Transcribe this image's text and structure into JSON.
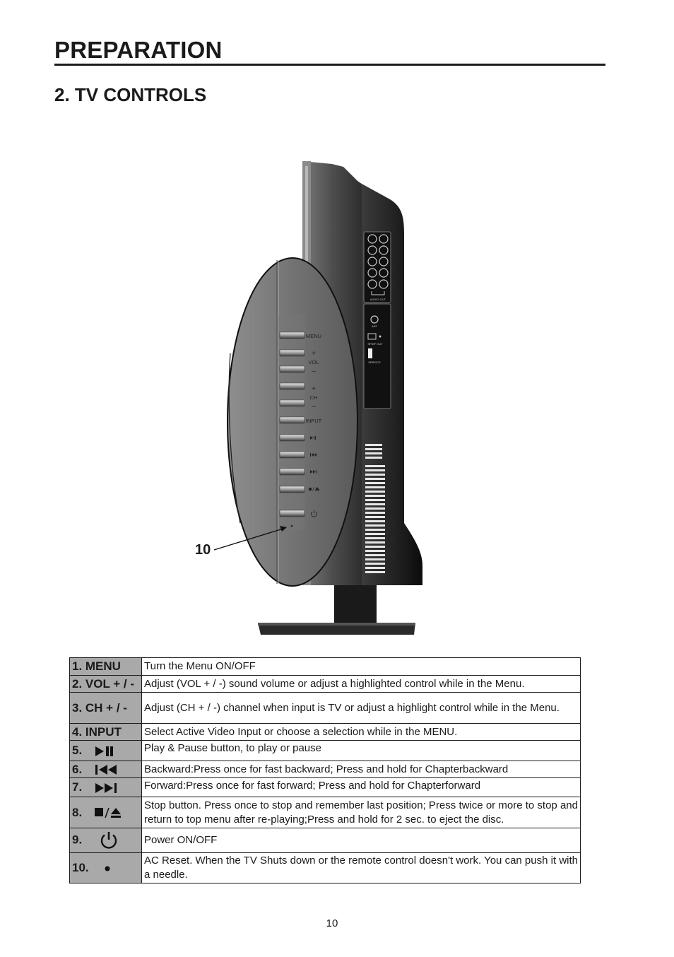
{
  "header": {
    "section_title": "PREPARATION",
    "subsection_title": "2. TV CONTROLS"
  },
  "figure": {
    "callout": "10",
    "button_labels": {
      "menu": "MENU",
      "vol": "VOL",
      "ch": "CH",
      "input": "INPUT",
      "plus": "+",
      "minus": "–"
    },
    "port_labels": {
      "audio_out": "AUDIO OUT",
      "ant": "ANT",
      "spdif_out": "SPDIF OUT",
      "service": "SERVICE"
    }
  },
  "controls": [
    {
      "key": "1.  MENU",
      "icon": "",
      "desc": "Turn the Menu ON/OFF"
    },
    {
      "key": "2. VOL + / -",
      "icon": "",
      "desc": "Adjust (VOL + / -) sound volume or adjust a highlighted control while in the    Menu."
    },
    {
      "key": "3.  CH + / -",
      "icon": "",
      "desc": "Adjust (CH + / -) channel when input is TV or adjust a highlight control while in the Menu."
    },
    {
      "key": "4.  INPUT",
      "icon": "",
      "desc": "Select Active Video Input or choose a  selection while in the MENU."
    },
    {
      "key": "5.",
      "icon": "play-pause-icon",
      "desc": "Play & Pause button, to play or pause"
    },
    {
      "key": "6.",
      "icon": "backward-icon",
      "desc": "Backward:Press once for fast backward; Press and hold for Chapterbackward"
    },
    {
      "key": "7.",
      "icon": "forward-icon",
      "desc": "Forward:Press once for fast forward; Press and hold for Chapterforward"
    },
    {
      "key": "8.",
      "icon": "stop-eject-icon",
      "desc": "Stop button. Press once to stop and remember last position; Press twice or more to stop and return to top menu after re-playing;Press and hold for 2 sec. to eject the disc."
    },
    {
      "key": "9.",
      "icon": "power-icon",
      "desc": "Power ON/OFF"
    },
    {
      "key": "10.",
      "icon": "dot-icon",
      "desc": "AC Reset. When the TV Shuts down or the remote control doesn't work. You can push it with a needle."
    }
  ],
  "footer": {
    "page_number": "10"
  }
}
